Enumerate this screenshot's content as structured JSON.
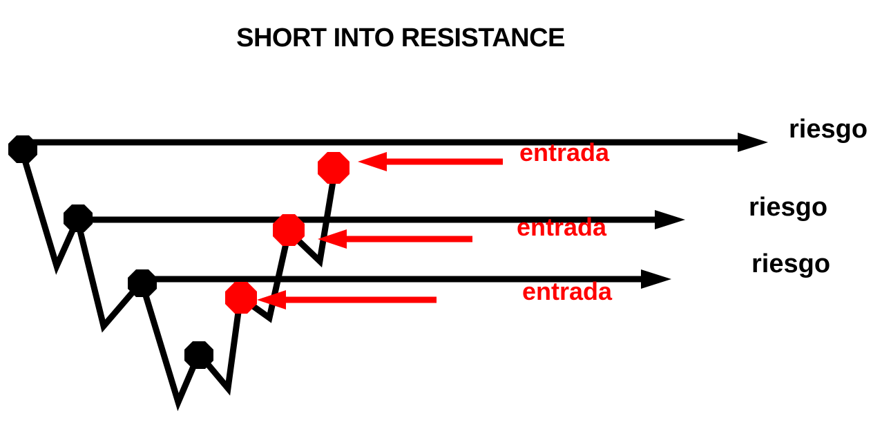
{
  "title": "SHORT INTO RESISTANCE",
  "colors": {
    "price": "#000000",
    "entry": "#ff0000",
    "background": "#ffffff"
  },
  "levels": [
    {
      "risk_label": "riesgo",
      "entry_label": "entrada"
    },
    {
      "risk_label": "riesgo",
      "entry_label": "entrada"
    },
    {
      "risk_label": "riesgo",
      "entry_label": "entrada"
    }
  ]
}
